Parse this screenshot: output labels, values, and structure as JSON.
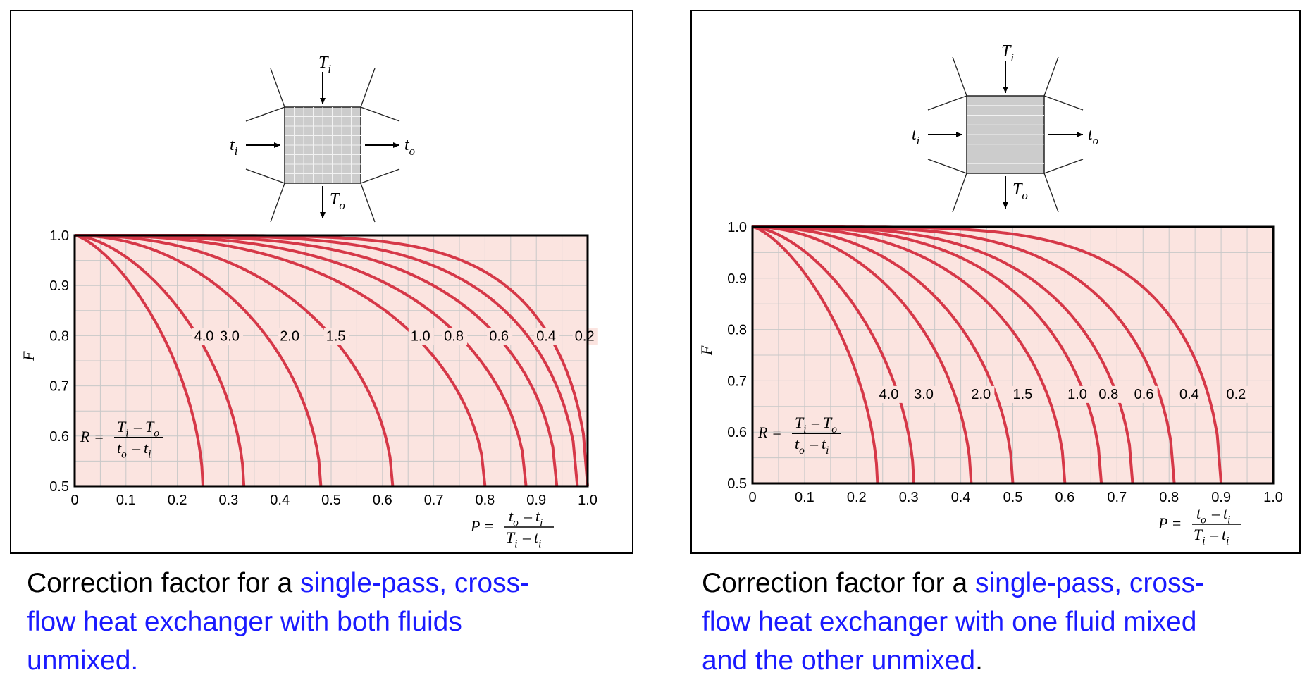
{
  "charts": [
    {
      "caption": {
        "lead": "Correction factor for a ",
        "highlight_1": "single-pass, cross-",
        "highlight_2": "flow heat exchanger with both fluids",
        "highlight_3": "unmixed.",
        "tail_2": "",
        "tail_3": ""
      },
      "diagram": {
        "top_in": "T",
        "top_in_sub": "i",
        "bottom_out": "T",
        "bottom_out_sub": "o",
        "left_in": "t",
        "left_in_sub": "i",
        "right_out": "t",
        "right_out_sub": "o",
        "fill_style": "grid"
      },
      "formula_R": {
        "lhs": "R =",
        "num": "Tᵢ – Tₒ",
        "num_a": "T",
        "num_a_sub": "i",
        "num_b": "T",
        "num_b_sub": "o",
        "den_a": "t",
        "den_a_sub": "o",
        "den_b": "t",
        "den_b_sub": "i"
      },
      "formula_P": {
        "lhs": "P =",
        "num_a": "t",
        "num_a_sub": "o",
        "num_b": "t",
        "num_b_sub": "i",
        "den_a": "T",
        "den_a_sub": "i",
        "den_b": "t",
        "den_b_sub": "i"
      }
    },
    {
      "caption": {
        "lead": "Correction factor for a ",
        "highlight_1": "single-pass, cross-",
        "highlight_2": "flow heat exchanger with one fluid mixed",
        "highlight_3": "and the other unmixed",
        "tail_2": "",
        "tail_3": "."
      },
      "diagram": {
        "top_in": "T",
        "top_in_sub": "i",
        "bottom_out": "T",
        "bottom_out_sub": "o",
        "left_in": "t",
        "left_in_sub": "i",
        "right_out": "t",
        "right_out_sub": "o",
        "fill_style": "horizontal-lines"
      },
      "formula_R": {
        "lhs": "R =",
        "num_a": "T",
        "num_a_sub": "i",
        "num_b": "T",
        "num_b_sub": "o",
        "den_a": "t",
        "den_a_sub": "o",
        "den_b": "t",
        "den_b_sub": "i"
      },
      "formula_P": {
        "lhs": "P =",
        "num_a": "t",
        "num_a_sub": "o",
        "num_b": "t",
        "num_b_sub": "i",
        "den_a": "T",
        "den_a_sub": "i",
        "den_b": "t",
        "den_b_sub": "i"
      }
    }
  ],
  "chart_data": [
    {
      "type": "line",
      "title": "",
      "xlabel": "P",
      "ylabel": "F",
      "xlim": [
        0,
        1.0
      ],
      "ylim": [
        0.5,
        1.0
      ],
      "xticks": [
        "0",
        "0.1",
        "0.2",
        "0.3",
        "0.4",
        "0.5",
        "0.6",
        "0.7",
        "0.8",
        "0.9",
        "1.0"
      ],
      "yticks": [
        "0.5",
        "0.6",
        "0.7",
        "0.8",
        "0.9",
        "1.0"
      ],
      "grid": true,
      "plot_bg": "#fbe4e0",
      "curve_color": "#d63848",
      "series": [
        {
          "name": "4.0",
          "label_x": 0.233,
          "label_y": 0.79,
          "p_end": 0.25,
          "k": 1.4
        },
        {
          "name": "3.0",
          "label_x": 0.283,
          "label_y": 0.79,
          "p_end": 0.33,
          "k": 1.6
        },
        {
          "name": "2.0",
          "label_x": 0.4,
          "label_y": 0.79,
          "p_end": 0.48,
          "k": 2.0
        },
        {
          "name": "1.5",
          "label_x": 0.49,
          "label_y": 0.79,
          "p_end": 0.62,
          "k": 2.3
        },
        {
          "name": "1.0",
          "label_x": 0.655,
          "label_y": 0.79,
          "p_end": 0.8,
          "k": 2.6
        },
        {
          "name": "0.8",
          "label_x": 0.72,
          "label_y": 0.79,
          "p_end": 0.88,
          "k": 3.0
        },
        {
          "name": "0.6",
          "label_x": 0.808,
          "label_y": 0.79,
          "p_end": 0.94,
          "k": 3.6
        },
        {
          "name": "0.4",
          "label_x": 0.9,
          "label_y": 0.79,
          "p_end": 0.98,
          "k": 4.5
        },
        {
          "name": "0.2",
          "label_x": 0.975,
          "label_y": 0.79,
          "p_end": 1.0,
          "k": 6.0
        }
      ]
    },
    {
      "type": "line",
      "title": "",
      "xlabel": "P",
      "ylabel": "F",
      "xlim": [
        0,
        1.0
      ],
      "ylim": [
        0.5,
        1.0
      ],
      "xticks": [
        "0",
        "0.1",
        "0.2",
        "0.3",
        "0.4",
        "0.5",
        "0.6",
        "0.7",
        "0.8",
        "0.9",
        "1.0"
      ],
      "yticks": [
        "0.5",
        "0.6",
        "0.7",
        "0.8",
        "0.9",
        "1.0"
      ],
      "grid": true,
      "plot_bg": "#fbe4e0",
      "curve_color": "#d63848",
      "series": [
        {
          "name": "4.0",
          "label_x": 0.243,
          "label_y": 0.665,
          "p_end": 0.24,
          "k": 1.4
        },
        {
          "name": "3.0",
          "label_x": 0.31,
          "label_y": 0.665,
          "p_end": 0.31,
          "k": 1.6
        },
        {
          "name": "2.0",
          "label_x": 0.42,
          "label_y": 0.665,
          "p_end": 0.42,
          "k": 2.0
        },
        {
          "name": "1.5",
          "label_x": 0.5,
          "label_y": 0.665,
          "p_end": 0.5,
          "k": 2.3
        },
        {
          "name": "1.0",
          "label_x": 0.605,
          "label_y": 0.665,
          "p_end": 0.6,
          "k": 2.6
        },
        {
          "name": "0.8",
          "label_x": 0.665,
          "label_y": 0.665,
          "p_end": 0.67,
          "k": 3.0
        },
        {
          "name": "0.6",
          "label_x": 0.733,
          "label_y": 0.665,
          "p_end": 0.73,
          "k": 3.4
        },
        {
          "name": "0.4",
          "label_x": 0.82,
          "label_y": 0.665,
          "p_end": 0.81,
          "k": 4.0
        },
        {
          "name": "0.2",
          "label_x": 0.91,
          "label_y": 0.665,
          "p_end": 0.9,
          "k": 5.0
        }
      ]
    }
  ]
}
